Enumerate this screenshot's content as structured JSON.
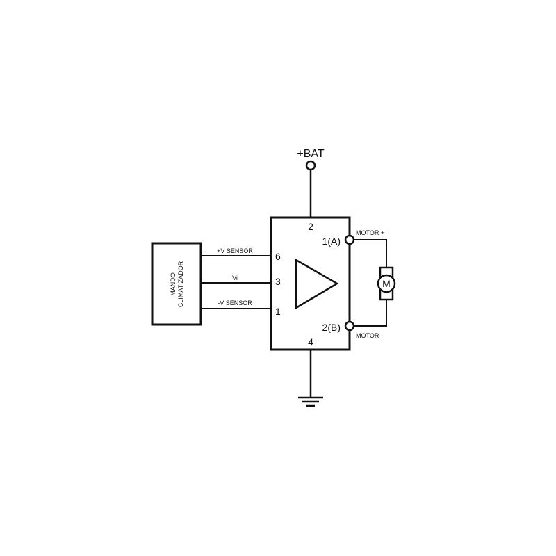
{
  "diagram": {
    "supply_label": "+BAT",
    "controller": {
      "line1": "MANDO",
      "line2": "CLIMATIZADOR"
    },
    "signals": {
      "v_sensor_pos": "+V SENSOR",
      "vi": "Vi",
      "v_sensor_neg": "-V SENSOR"
    },
    "pins": {
      "top": "2",
      "bottom": "4",
      "left_top": "6",
      "left_mid": "3",
      "left_bottom": "1",
      "right_top": "1(A)",
      "right_bottom": "2(B)"
    },
    "motor": {
      "symbol": "M",
      "pos_label": "MOTOR +",
      "neg_label": "MOTOR -"
    }
  }
}
